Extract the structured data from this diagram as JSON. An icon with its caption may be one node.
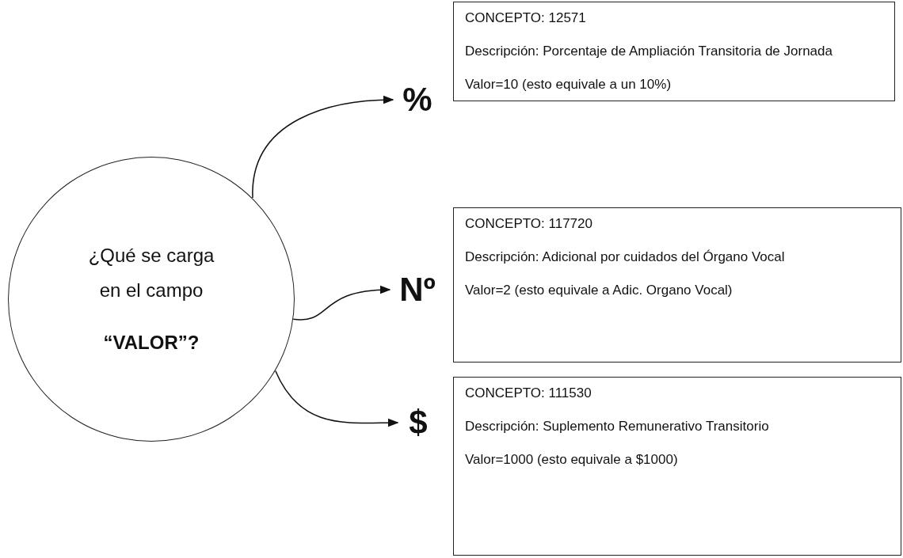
{
  "diagram": {
    "nodes": [
      {
        "text": [
          "¿Qué se carga en el campo",
          "“VALOR”?"
        ]
      },
      {
        "text": [
          "%"
        ]
      },
      {
        "text": [
          "CONCEPTO: 12571",
          "Descripción: Porcentaje de Ampliación Transitoria de Jornada",
          "Valor=10 (esto equivale a un 10%)"
        ]
      },
      {
        "text": [
          "Nº"
        ]
      },
      {
        "text": [
          "CONCEPTO: 117720",
          "Descripción: Adicional por cuidados del Órgano Vocal",
          "Valor=2 (esto equivale a Adic. Organo Vocal)"
        ]
      },
      {
        "text": [
          "$"
        ]
      },
      {
        "text": [
          "CONCEPTO: 111530",
          "Descripción: Suplemento Remunerativo Transitorio",
          "Valor=1000 (esto equivale a $1000)"
        ]
      }
    ],
    "edges": [
      {
        "from": 0,
        "to": 1,
        "arrow": "to"
      },
      {
        "from": 0,
        "to": 3,
        "arrow": "to"
      },
      {
        "from": 0,
        "to": 5,
        "arrow": "to"
      }
    ]
  }
}
